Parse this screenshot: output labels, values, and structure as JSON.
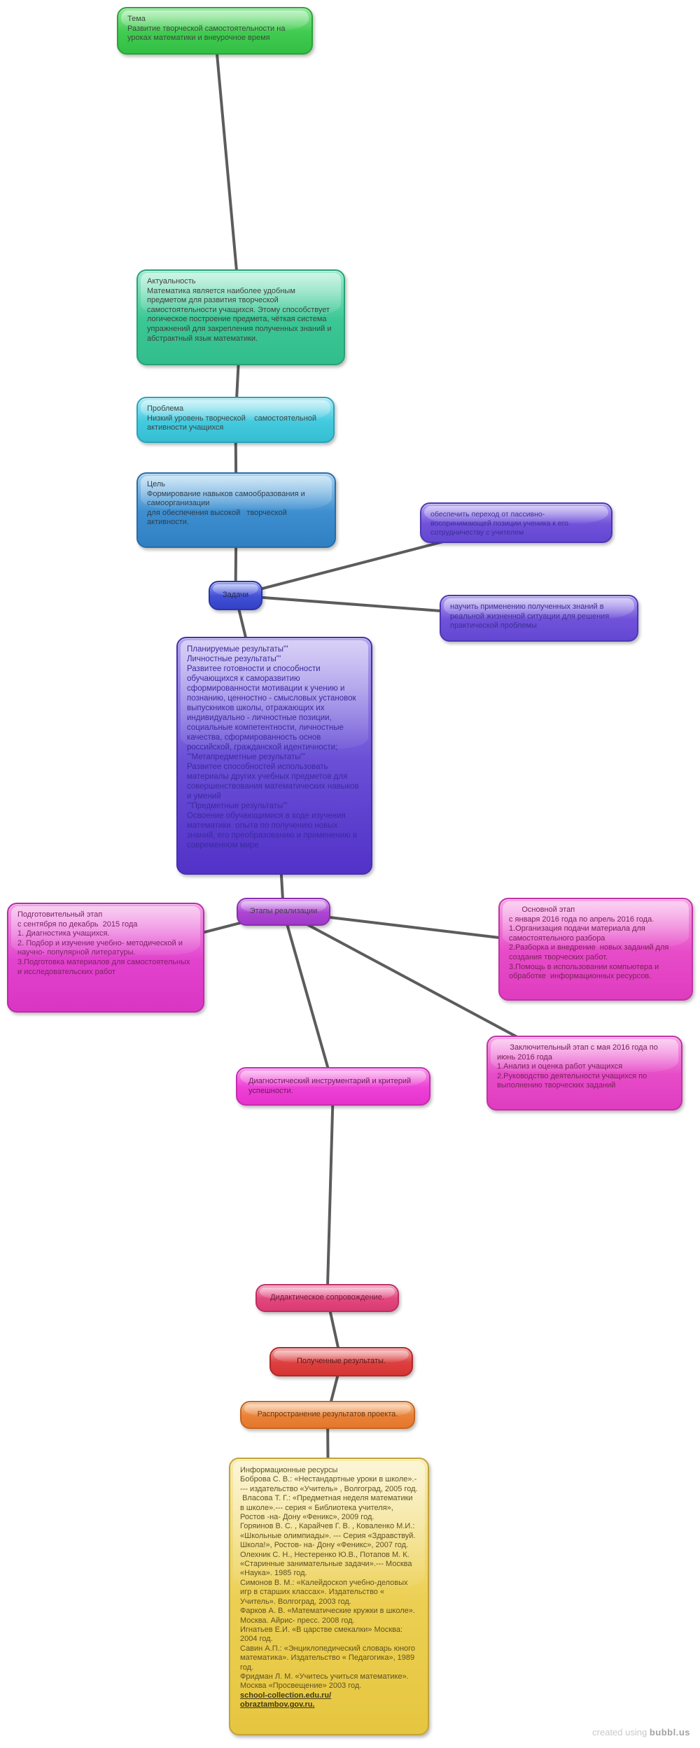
{
  "colors": {
    "edge": "#5c5c5c",
    "green": "#41cc51",
    "teal": "#3cc796",
    "cyan": "#44cbdf",
    "blue": "#3e8fd0",
    "indigo": "#4351d6",
    "purple": "#7152da",
    "violet": "#6a4fd6",
    "orchid": "#ad46d4",
    "magenta": "#e243ce",
    "pink": "#ee41d6",
    "rose": "#e2487e",
    "red": "#dd4040",
    "orange": "#ea8238",
    "yellow": "#eccf52"
  },
  "nodes": {
    "tema": {
      "color": "#41cc51",
      "text": "Тема\nРазвитие творческой самостоятельности на уроках математики и внеурочное время"
    },
    "aktualnost": {
      "color": "#3cc796",
      "text": "Актуальность\nМатематика является наиболее удобным предметом для развития творческой самостоятельности учащихся. Этому способствует логическое построение предмета, чёткая система упражнений для закрепления полученных знаний и абстрактный язык математики."
    },
    "problema": {
      "color": "#44cbdf",
      "text": "Проблема\nНизкий уровень творческой    самостоятельной активности учащихся"
    },
    "tsel": {
      "color": "#3e8fd0",
      "text": "Цель\nФормирование навыков самообразования и самоорганизации\nдля обеспечения высокой   творческой активности."
    },
    "zadachi": {
      "color": "#4351d6",
      "text": "Задачи"
    },
    "task_passive": {
      "color": "#7152da",
      "text": "обеспечить переход от пассивно-воспринимающей позиции ученика к его сотрудничеству с учителем"
    },
    "task_apply": {
      "color": "#7152da",
      "text": "научить применению полученных знаний в реальной жизненной ситуации для решения практической проблемы"
    },
    "planned": {
      "color": "#6a4fd6",
      "text": "Планируемые результаты'''\nЛичностные результаты'''\nРазвитее готовности и способности обучающихся к саморазвитию сформированности мотивации к учению и познанию, ценностно - смысловых установок выпускников школы, отражающих их индивидуально - личностные позиции, социальные компетентности, личностные качества, сформированность основ российской, гражданской идентичности;\n'''Метапредметные результаты'''\nРазвитее способностей использовать материалы других учебных предметов для совершенствования математических навыков и умений\n'''Предметные результаты'''\nОсвоение обучающимися в ходе изучения математики  опыта по получению новых знаний, его преобразованию и применению в современном мире"
    },
    "etapy": {
      "color": "#ad46d4",
      "text": "Этапы реализации"
    },
    "prep": {
      "color": "#e243ce",
      "text": "Подготовительный этап\nс сентября по декабрь  2015 года\n1. Диагностика учащихся.\n2. Подбор и изучение учебно- методической и научно- популярной литературы.\n3.Подготовка материалов для самостоятельных и исследовательских работ"
    },
    "main_stage": {
      "color": "#e74cc8",
      "text": "      Основной этап\nс января 2016 года по апрель 2016 года.\n1.Организация подачи материала для самостоятельного разбора\n2.Разборка и внедрение  новых заданий для создания творческих работ.\n3.Помощь в использовании компьютера и обработке  информационных ресурсов."
    },
    "final_stage": {
      "color": "#e74cc8",
      "text": "      Заключительный этап с мая 2016 года по июнь 2016 года\n1.Анализ и оценка работ учащихся\n2.Руководство деятельности учащихся по выполнению творческих заданий"
    },
    "diag": {
      "color": "#ee41d6",
      "text": "Диагностический инструментарий и критерий успешности."
    },
    "didactic": {
      "color": "#e2487e",
      "text": "Дидактическое сопровождение."
    },
    "results": {
      "color": "#dd4040",
      "text": "Полученные результаты."
    },
    "dissemination": {
      "color": "#ea8238",
      "text": "Распространение результатов проекта."
    },
    "resources": {
      "color": "#eccf52",
      "text": "Информационные ресурсы\nБоброва С. В.: «Нестандартные уроки в школе».---- издательство «Учитель» , Волгоград, 2005 год.\n Власова Т. Г.: «Предметная неделя математики в школе».--- серия « Библиотека учителя», Ростов -на- Дону «Феникс», 2009 год.\nГоряинов В. С. , Карайчев Г. В. , Коваленко М.И.: «Школьные олимпиады». --- Серия «Здравствуй. Школа!», Ростов- на- Дону «Феникс», 2007 год.\nОлехник С. Н., Нестеренко Ю.В., Потапов М. К. «Старинные занимательные задачи».--- Москва «Наука». 1985 год.\nСимонов В. М.: «Калейдоскоп учебно-деловых игр в старших классах». Издательство « Учитель». Волгоград, 2003 год.\nФарков А. В. «Математические кружки в школе». Москва. Айрис- пресс. 2008 год.\nИгнатьев Е.И. «В царстве смекалки» Москва: 2004 год.\nСавин А.П.: «Энциклопедический словарь юного математика». Издательство « Педагогика», 1989 год.\nФридман Л. М. «Учитесь учиться математике». Москва «Просвещение» 2003 год.",
      "links": [
        "school-collection.edu.ru/",
        "obraztambov.gov.ru."
      ]
    }
  },
  "connections": [
    [
      "tema",
      "aktualnost"
    ],
    [
      "aktualnost",
      "problema"
    ],
    [
      "problema",
      "tsel"
    ],
    [
      "tsel",
      "zadachi"
    ],
    [
      "zadachi",
      "task_passive"
    ],
    [
      "zadachi",
      "task_apply"
    ],
    [
      "zadachi",
      "planned"
    ],
    [
      "planned",
      "etapy"
    ],
    [
      "etapy",
      "prep"
    ],
    [
      "etapy",
      "main_stage"
    ],
    [
      "etapy",
      "final_stage"
    ],
    [
      "etapy",
      "diag"
    ],
    [
      "diag",
      "didactic"
    ],
    [
      "didactic",
      "results"
    ],
    [
      "results",
      "dissemination"
    ],
    [
      "dissemination",
      "resources"
    ]
  ],
  "watermark": {
    "prefix": "created using ",
    "brand": "bubbl.us"
  }
}
